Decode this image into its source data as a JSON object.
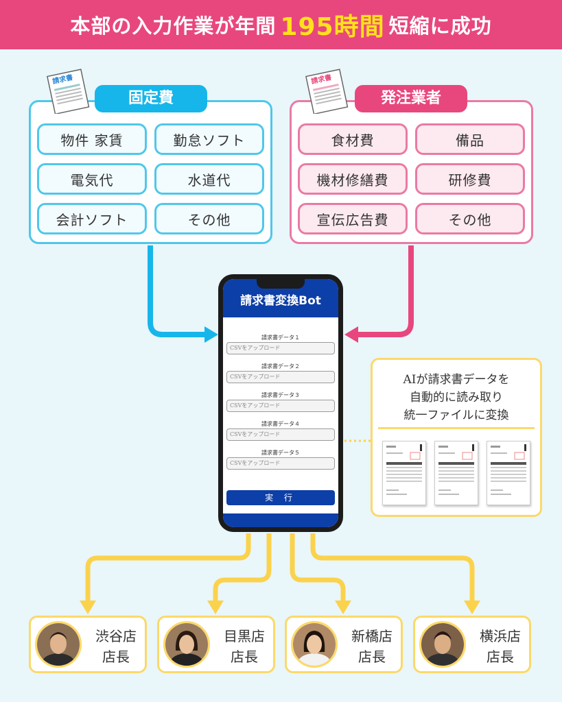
{
  "banner": {
    "prefix": "本部の入力作業が年間",
    "highlight": "195時間",
    "suffix": "短縮に成功"
  },
  "colors": {
    "pink": "#e8477d",
    "blue": "#17b6ea",
    "yellow": "#fbd24c",
    "navy": "#0d3fa8"
  },
  "fixed_costs": {
    "title": "固定費",
    "icon_label": "請求書",
    "items": [
      "物件 家賃",
      "勤怠ソフト",
      "電気代",
      "水道代",
      "会計ソフト",
      "その他"
    ]
  },
  "vendors": {
    "title": "発注業者",
    "icon_label": "請求書",
    "items": [
      "食材費",
      "備品",
      "機材修繕費",
      "研修費",
      "宣伝広告費",
      "その他"
    ]
  },
  "phone": {
    "app_title": "請求書変換Bot",
    "slots": [
      {
        "label": "請求書データ１",
        "placeholder": "CSVをアップロード"
      },
      {
        "label": "請求書データ２",
        "placeholder": "CSVをアップロード"
      },
      {
        "label": "請求書データ３",
        "placeholder": "CSVをアップロード"
      },
      {
        "label": "請求書データ４",
        "placeholder": "CSVをアップロード"
      },
      {
        "label": "請求書データ５",
        "placeholder": "CSVをアップロード"
      }
    ],
    "run_label": "実 行"
  },
  "ai_note": {
    "lines": [
      "AIが請求書データを",
      "自動的に読み取り",
      "統一ファイルに変換"
    ]
  },
  "managers": [
    {
      "store": "渋谷店",
      "role": "店長"
    },
    {
      "store": "目黒店",
      "role": "店長"
    },
    {
      "store": "新橋店",
      "role": "店長"
    },
    {
      "store": "横浜店",
      "role": "店長"
    }
  ]
}
